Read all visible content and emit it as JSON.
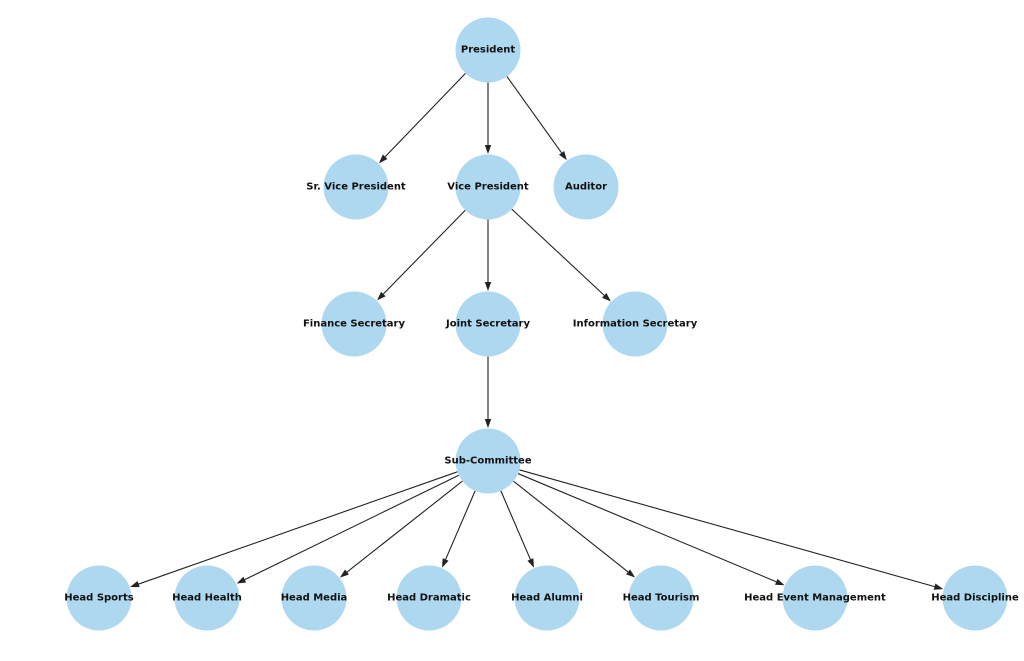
{
  "diagram": {
    "nodes": [
      {
        "id": "president",
        "label": "President"
      },
      {
        "id": "sr_vice_president",
        "label": "Sr. Vice President"
      },
      {
        "id": "vice_president",
        "label": "Vice President"
      },
      {
        "id": "auditor",
        "label": "Auditor"
      },
      {
        "id": "finance_secretary",
        "label": "Finance Secretary"
      },
      {
        "id": "joint_secretary",
        "label": "Joint Secretary"
      },
      {
        "id": "information_secretary",
        "label": "Information Secretary"
      },
      {
        "id": "sub_committee",
        "label": "Sub-Committee"
      },
      {
        "id": "head_sports",
        "label": "Head Sports"
      },
      {
        "id": "head_health",
        "label": "Head Health"
      },
      {
        "id": "head_media",
        "label": "Head Media"
      },
      {
        "id": "head_dramatic",
        "label": "Head Dramatic"
      },
      {
        "id": "head_alumni",
        "label": "Head Alumni"
      },
      {
        "id": "head_tourism",
        "label": "Head Tourism"
      },
      {
        "id": "head_event_management",
        "label": "Head Event Management"
      },
      {
        "id": "head_discipline",
        "label": "Head Discipline"
      }
    ],
    "edges": [
      {
        "from": "president",
        "to": "sr_vice_president"
      },
      {
        "from": "president",
        "to": "vice_president"
      },
      {
        "from": "president",
        "to": "auditor"
      },
      {
        "from": "vice_president",
        "to": "finance_secretary"
      },
      {
        "from": "vice_president",
        "to": "joint_secretary"
      },
      {
        "from": "vice_president",
        "to": "information_secretary"
      },
      {
        "from": "joint_secretary",
        "to": "sub_committee"
      },
      {
        "from": "sub_committee",
        "to": "head_sports"
      },
      {
        "from": "sub_committee",
        "to": "head_health"
      },
      {
        "from": "sub_committee",
        "to": "head_media"
      },
      {
        "from": "sub_committee",
        "to": "head_dramatic"
      },
      {
        "from": "sub_committee",
        "to": "head_alumni"
      },
      {
        "from": "sub_committee",
        "to": "head_tourism"
      },
      {
        "from": "sub_committee",
        "to": "head_event_management"
      },
      {
        "from": "sub_committee",
        "to": "head_discipline"
      }
    ],
    "colors": {
      "node_fill": "#add8f0",
      "edge": "#222222",
      "label": "#111111"
    }
  }
}
